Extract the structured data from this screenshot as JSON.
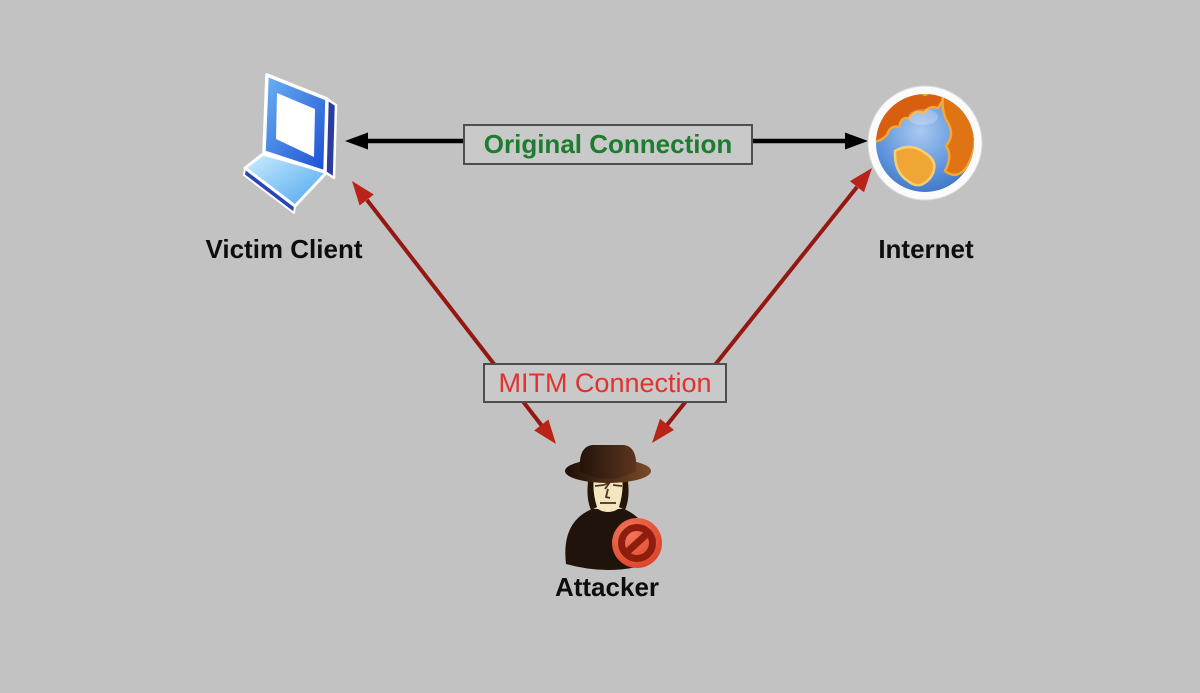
{
  "page": {
    "background_color": "#c2c2c2"
  },
  "diagram": {
    "nodes": {
      "victim": {
        "label": "Victim Client",
        "icon": "laptop-icon"
      },
      "internet": {
        "label": "Internet",
        "icon": "globe-icon"
      },
      "attacker": {
        "label": "Attacker",
        "icon": "spy-icon"
      }
    },
    "connections": {
      "original": {
        "label": "Original Connection",
        "text_color": "#1e7c30",
        "line_color": "#000000",
        "arrowhead_color": "#000000",
        "style": "double-headed arrow",
        "endpoints": [
          "victim",
          "internet"
        ]
      },
      "mitm": {
        "label": "MITM Connection",
        "text_color": "#e0322e",
        "line_color": "#951712",
        "arrowhead_color": "#ba2318",
        "style": "two double-headed arrows",
        "endpoints": [
          "victim",
          "attacker",
          "internet"
        ]
      }
    }
  }
}
